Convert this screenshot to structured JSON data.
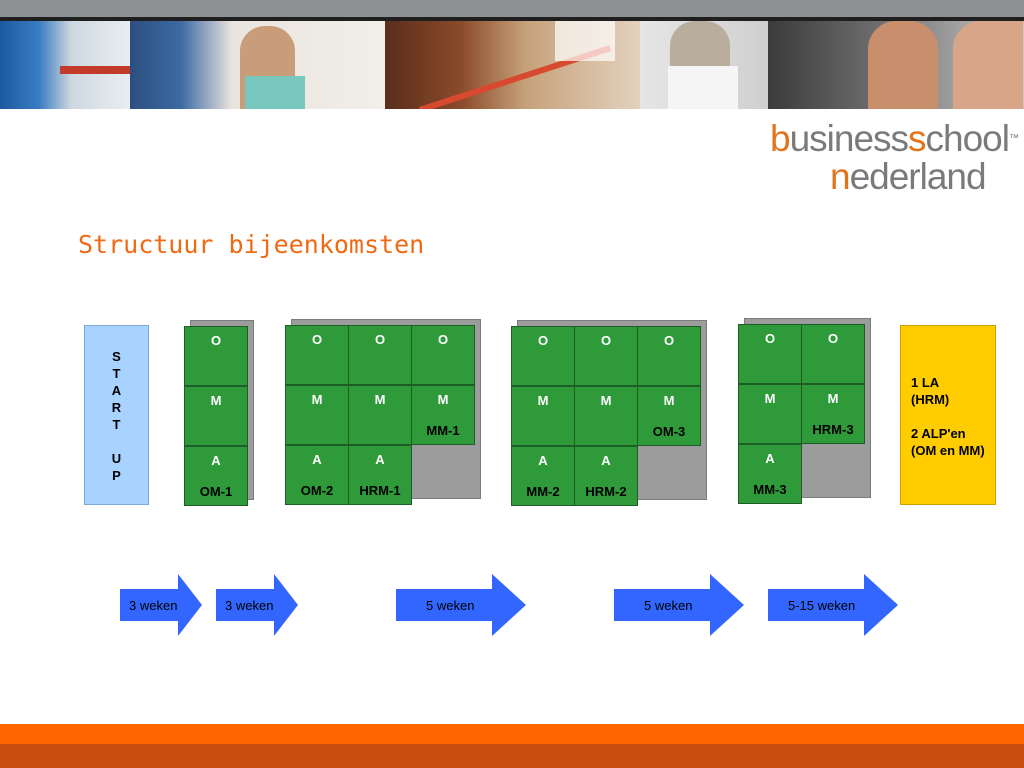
{
  "logo": {
    "line1_prefix": "b",
    "line1_main": "usiness",
    "line1_accent": "s",
    "line1_rest": "chool",
    "trademark": "™",
    "line2_prefix": "n",
    "line2_rest": "ederland"
  },
  "title": "Structuur bijeenkomsten",
  "startup": {
    "lines": [
      "S",
      "T",
      "A",
      "R",
      "T",
      "",
      "U",
      "P"
    ]
  },
  "blocks": [
    {
      "columns": [
        {
          "cells": [
            {
              "letter": "O",
              "label": ""
            },
            {
              "letter": "M",
              "label": ""
            },
            {
              "letter": "A",
              "label": "OM-1"
            }
          ]
        }
      ]
    },
    {
      "columns": [
        {
          "cells": [
            {
              "letter": "O",
              "label": ""
            },
            {
              "letter": "M",
              "label": ""
            },
            {
              "letter": "A",
              "label": "OM-2"
            }
          ]
        },
        {
          "cells": [
            {
              "letter": "O",
              "label": ""
            },
            {
              "letter": "M",
              "label": ""
            },
            {
              "letter": "A",
              "label": "HRM-1"
            }
          ]
        },
        {
          "cells": [
            {
              "letter": "O",
              "label": ""
            },
            {
              "letter": "M",
              "label": "MM-1"
            }
          ]
        }
      ]
    },
    {
      "columns": [
        {
          "cells": [
            {
              "letter": "O",
              "label": ""
            },
            {
              "letter": "M",
              "label": ""
            },
            {
              "letter": "A",
              "label": "MM-2"
            }
          ]
        },
        {
          "cells": [
            {
              "letter": "O",
              "label": ""
            },
            {
              "letter": "M",
              "label": ""
            },
            {
              "letter": "A",
              "label": "HRM-2"
            }
          ]
        },
        {
          "cells": [
            {
              "letter": "O",
              "label": ""
            },
            {
              "letter": "M",
              "label": "OM-3"
            }
          ]
        }
      ]
    },
    {
      "columns": [
        {
          "cells": [
            {
              "letter": "O",
              "label": ""
            },
            {
              "letter": "M",
              "label": ""
            },
            {
              "letter": "A",
              "label": "MM-3"
            }
          ]
        },
        {
          "cells": [
            {
              "letter": "O",
              "label": ""
            },
            {
              "letter": "M",
              "label": "HRM-3"
            }
          ]
        }
      ]
    }
  ],
  "result": {
    "lines": [
      "1 LA",
      "(HRM)",
      "",
      "2 ALP'en",
      "(OM en MM)"
    ]
  },
  "arrows": [
    {
      "label": "3 weken"
    },
    {
      "label": "3 weken"
    },
    {
      "label": "5 weken"
    },
    {
      "label": "5 weken"
    },
    {
      "label": "5-15 weken"
    }
  ],
  "colors": {
    "cell_green": "#2f9a3a",
    "startup_blue": "#a8d2ff",
    "result_yellow": "#ffcc00",
    "arrow_blue": "#3366ff",
    "accent_orange": "#f06a14"
  }
}
